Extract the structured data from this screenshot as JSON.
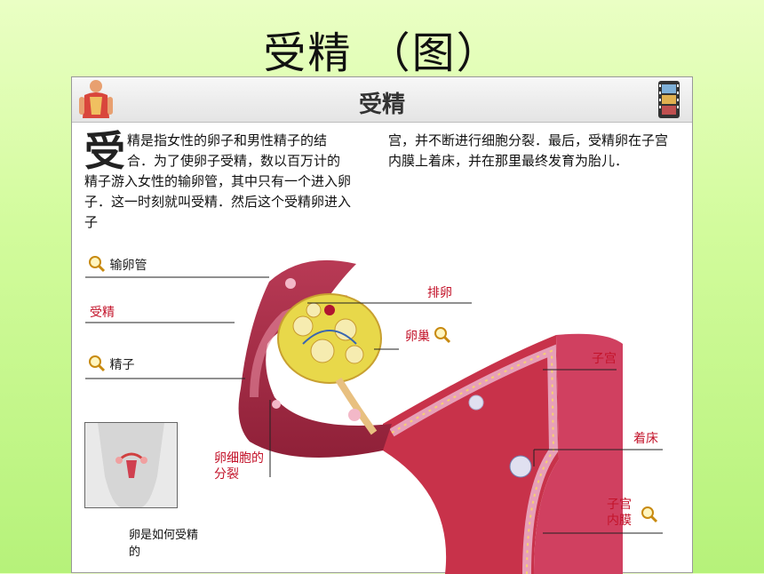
{
  "slide": {
    "title": "受精 （图）"
  },
  "panel": {
    "title": "受精",
    "intro_dropcap": "受",
    "intro_rest": "精是指女性的卵子和男性精子的结合．为了使卵子受精，数以百万计的精子游入女性的输卵管，其中只有一个进入卵子．这一时刻就叫受精．然后这个受精卵进入子",
    "intro_continued": "宫，并不断进行细胞分裂．最后，受精卵在子宫内膜上着床，并在那里最终发育为胎儿．",
    "inset_caption": "卵是如何受精的"
  },
  "labels": {
    "oviduct": "输卵管",
    "fertilization": "受精",
    "sperm": "精子",
    "ovulation": "排卵",
    "ovary": "卵巢",
    "uterus": "子宫",
    "implantation": "着床",
    "cell_division": "卵细胞的分裂",
    "endometrium": "子宫内膜"
  },
  "icons": [
    "magnifier-icon",
    "body-figure-icon",
    "film-strip-icon"
  ],
  "colors": {
    "background": "#cdf79a",
    "tissue": "#c8324a",
    "ovary": "#e8d84a",
    "label_red": "#c3132a"
  }
}
